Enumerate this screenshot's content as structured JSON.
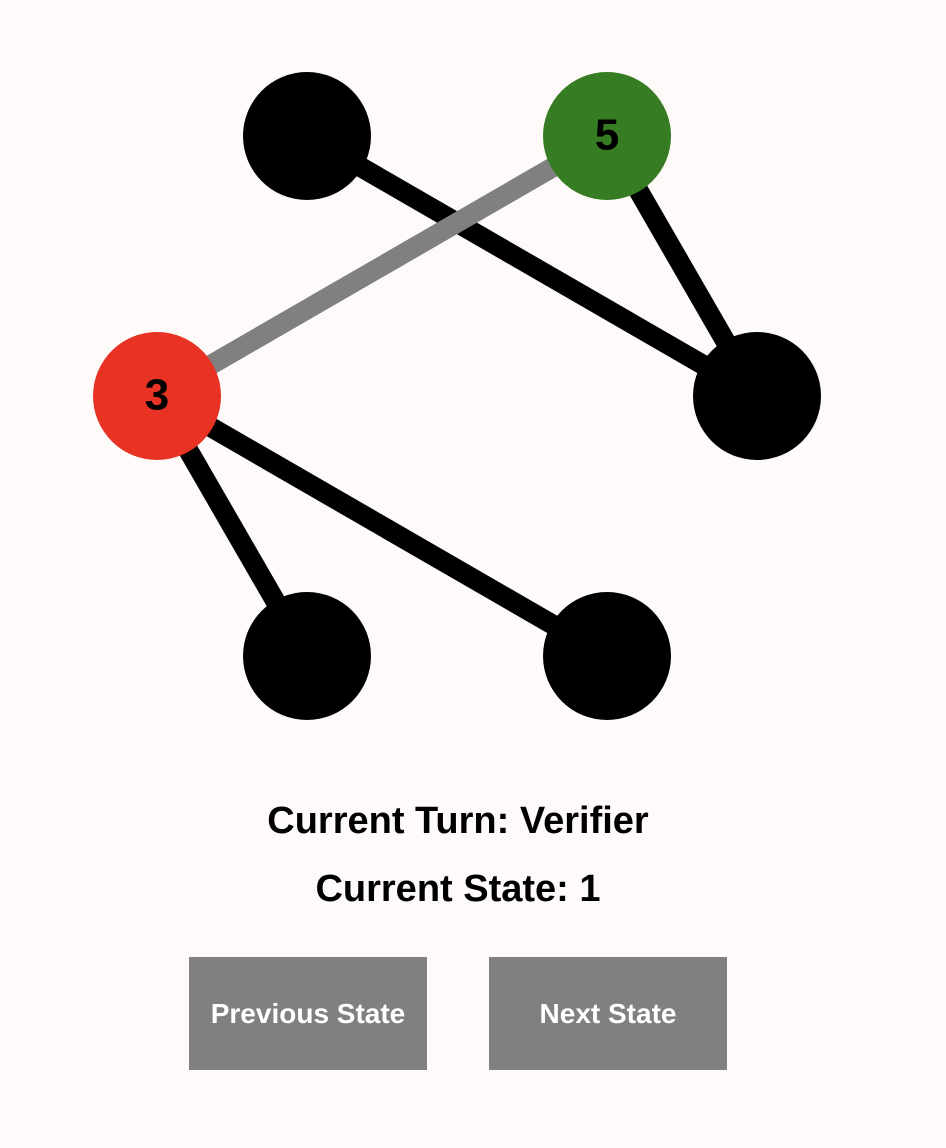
{
  "graph": {
    "nodes": [
      {
        "id": "n0",
        "label": "",
        "color": "#000000"
      },
      {
        "id": "n1",
        "label": "5",
        "color": "#367c22"
      },
      {
        "id": "n2",
        "label": "3",
        "color": "#e83224"
      },
      {
        "id": "n3",
        "label": "",
        "color": "#000000"
      },
      {
        "id": "n4",
        "label": "",
        "color": "#000000"
      },
      {
        "id": "n5",
        "label": "",
        "color": "#000000"
      }
    ],
    "edges": [
      {
        "from": "n0",
        "to": "n3",
        "color": "#000000"
      },
      {
        "from": "n1",
        "to": "n3",
        "color": "#000000"
      },
      {
        "from": "n1",
        "to": "n2",
        "color": "#808080"
      },
      {
        "from": "n2",
        "to": "n4",
        "color": "#000000"
      },
      {
        "from": "n2",
        "to": "n5",
        "color": "#000000"
      }
    ]
  },
  "status": {
    "turn_label": "Current Turn:",
    "turn_value": "Verifier",
    "state_label": "Current State:",
    "state_value": "1"
  },
  "controls": {
    "prev_label": "Previous State",
    "next_label": "Next State"
  },
  "colors": {
    "background": "#fdfaf9",
    "button": "#808080",
    "button_text": "#ffffff"
  }
}
